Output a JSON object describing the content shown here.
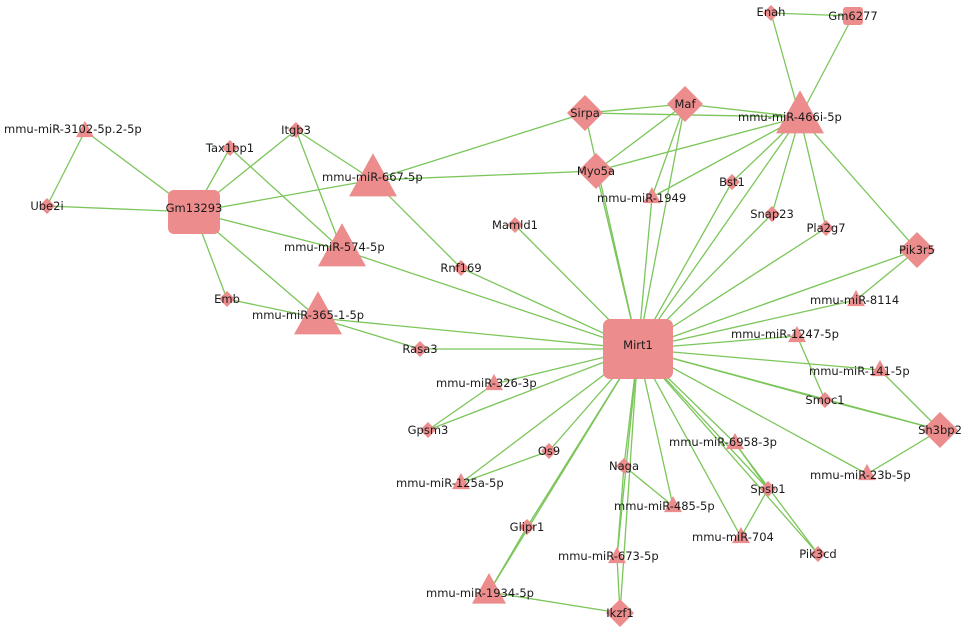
{
  "colors": {
    "node": "#ec8c8c",
    "edge": "#7bc65a",
    "label": "#1a1a1a",
    "background": "#ffffff"
  },
  "nodes": [
    {
      "id": "mirt1",
      "label": "Mirt1",
      "shape": "hub-square"
    },
    {
      "id": "gm13293",
      "label": "Gm13293",
      "shape": "square"
    },
    {
      "id": "mir466i",
      "label": "mmu-miR-466i-5p",
      "shape": "triangle-large"
    },
    {
      "id": "mir667",
      "label": "mmu-miR-667-5p",
      "shape": "triangle-large"
    },
    {
      "id": "mir574",
      "label": "mmu-miR-574-5p",
      "shape": "triangle-large"
    },
    {
      "id": "mir365",
      "label": "mmu-miR-365-1-5p",
      "shape": "triangle-large"
    },
    {
      "id": "mir1934",
      "label": "mmu-miR-1934-5p",
      "shape": "triangle-medium"
    },
    {
      "id": "mir3102",
      "label": "mmu-miR-3102-5p.2-5p",
      "shape": "triangle-small"
    },
    {
      "id": "mir1949",
      "label": "mmu-miR-1949",
      "shape": "triangle-small"
    },
    {
      "id": "mir8114",
      "label": "mmu-miR-8114",
      "shape": "triangle-small"
    },
    {
      "id": "mir1247",
      "label": "mmu-miR-1247-5p",
      "shape": "triangle-small"
    },
    {
      "id": "mir141",
      "label": "mmu-miR-141-5p",
      "shape": "triangle-small"
    },
    {
      "id": "mir326",
      "label": "mmu-miR-326-3p",
      "shape": "triangle-small"
    },
    {
      "id": "mir6958",
      "label": "mmu-miR-6958-3p",
      "shape": "triangle-small"
    },
    {
      "id": "mir23b",
      "label": "mmu-miR-23b-5p",
      "shape": "triangle-small"
    },
    {
      "id": "mir125a",
      "label": "mmu-miR-125a-5p",
      "shape": "triangle-small"
    },
    {
      "id": "mir485",
      "label": "mmu-miR-485-5p",
      "shape": "triangle-small"
    },
    {
      "id": "mir704",
      "label": "mmu-miR-704",
      "shape": "triangle-small"
    },
    {
      "id": "mir673",
      "label": "mmu-miR-673-5p",
      "shape": "triangle-small"
    },
    {
      "id": "enah",
      "label": "Enah",
      "shape": "diamond-small"
    },
    {
      "id": "gm6277",
      "label": "Gm6277",
      "shape": "small-square"
    },
    {
      "id": "maf",
      "label": "Maf",
      "shape": "diamond-large"
    },
    {
      "id": "sirpa",
      "label": "Sirpa",
      "shape": "diamond-large"
    },
    {
      "id": "myo5a",
      "label": "Myo5a",
      "shape": "diamond-large"
    },
    {
      "id": "pik3r5",
      "label": "Pik3r5",
      "shape": "diamond-large"
    },
    {
      "id": "sh3bp2",
      "label": "Sh3bp2",
      "shape": "diamond-large"
    },
    {
      "id": "tax1bp1",
      "label": "Tax1bp1",
      "shape": "diamond-small"
    },
    {
      "id": "itgb3",
      "label": "Itgb3",
      "shape": "diamond-small"
    },
    {
      "id": "ube2i",
      "label": "Ube2i",
      "shape": "diamond-small"
    },
    {
      "id": "bst1",
      "label": "Bst1",
      "shape": "diamond-small"
    },
    {
      "id": "snap23",
      "label": "Snap23",
      "shape": "diamond-small"
    },
    {
      "id": "pla2g7",
      "label": "Pla2g7",
      "shape": "diamond-small"
    },
    {
      "id": "mamld1",
      "label": "Mamld1",
      "shape": "diamond-small"
    },
    {
      "id": "rnf169",
      "label": "Rnf169",
      "shape": "diamond-small"
    },
    {
      "id": "emb",
      "label": "Emb",
      "shape": "diamond-small"
    },
    {
      "id": "rasa3",
      "label": "Rasa3",
      "shape": "diamond-small"
    },
    {
      "id": "gpsm3",
      "label": "Gpsm3",
      "shape": "diamond-small"
    },
    {
      "id": "os9",
      "label": "Os9",
      "shape": "diamond-small"
    },
    {
      "id": "naga",
      "label": "Naga",
      "shape": "diamond-small"
    },
    {
      "id": "spsb1",
      "label": "Spsb1",
      "shape": "diamond-small"
    },
    {
      "id": "smoc1",
      "label": "Smoc1",
      "shape": "diamond-small"
    },
    {
      "id": "pik3cd",
      "label": "Pik3cd",
      "shape": "diamond-small"
    },
    {
      "id": "glipr1",
      "label": "Glipr1",
      "shape": "diamond-small"
    },
    {
      "id": "ikzf1",
      "label": "Ikzf1",
      "shape": "diamond-medium"
    }
  ],
  "edges": [
    [
      "enah",
      "gm6277"
    ],
    [
      "enah",
      "mir466i"
    ],
    [
      "gm6277",
      "mir466i"
    ],
    [
      "mir466i",
      "maf"
    ],
    [
      "mir466i",
      "sirpa"
    ],
    [
      "mir466i",
      "myo5a"
    ],
    [
      "mir466i",
      "bst1"
    ],
    [
      "mir466i",
      "snap23"
    ],
    [
      "mir466i",
      "pla2g7"
    ],
    [
      "mir466i",
      "pik3r5"
    ],
    [
      "mir466i",
      "mirt1"
    ],
    [
      "mir466i",
      "mir1949"
    ],
    [
      "sirpa",
      "maf"
    ],
    [
      "sirpa",
      "mir667"
    ],
    [
      "sirpa",
      "mirt1"
    ],
    [
      "maf",
      "myo5a"
    ],
    [
      "maf",
      "mirt1"
    ],
    [
      "maf",
      "mir1949"
    ],
    [
      "myo5a",
      "mir667"
    ],
    [
      "myo5a",
      "mirt1"
    ],
    [
      "mir3102",
      "gm13293"
    ],
    [
      "mir3102",
      "ube2i"
    ],
    [
      "ube2i",
      "gm13293"
    ],
    [
      "gm13293",
      "tax1bp1"
    ],
    [
      "gm13293",
      "itgb3"
    ],
    [
      "gm13293",
      "mir667"
    ],
    [
      "gm13293",
      "mir574"
    ],
    [
      "gm13293",
      "emb"
    ],
    [
      "gm13293",
      "mir365"
    ],
    [
      "tax1bp1",
      "mir574"
    ],
    [
      "itgb3",
      "mir667"
    ],
    [
      "mir667",
      "rnf169"
    ],
    [
      "mir574",
      "mirt1"
    ],
    [
      "mir574",
      "itgb3"
    ],
    [
      "emb",
      "mir365"
    ],
    [
      "mir365",
      "rasa3"
    ],
    [
      "mir365",
      "mirt1"
    ],
    [
      "mamld1",
      "mirt1"
    ],
    [
      "rnf169",
      "mirt1"
    ],
    [
      "rasa3",
      "mirt1"
    ],
    [
      "mir1949",
      "mirt1"
    ],
    [
      "bst1",
      "mirt1"
    ],
    [
      "snap23",
      "mirt1"
    ],
    [
      "pla2g7",
      "mirt1"
    ],
    [
      "pik3r5",
      "mirt1"
    ],
    [
      "pik3r5",
      "mir8114"
    ],
    [
      "mir8114",
      "mirt1"
    ],
    [
      "mir1247",
      "mirt1"
    ],
    [
      "mir1247",
      "smoc1"
    ],
    [
      "mir141",
      "mirt1"
    ],
    [
      "smoc1",
      "mirt1"
    ],
    [
      "sh3bp2",
      "mirt1"
    ],
    [
      "sh3bp2",
      "mir141"
    ],
    [
      "sh3bp2",
      "mir23b"
    ],
    [
      "sh3bp2",
      "smoc1"
    ],
    [
      "mir23b",
      "mirt1"
    ],
    [
      "mir6958",
      "mirt1"
    ],
    [
      "spsb1",
      "mirt1"
    ],
    [
      "spsb1",
      "mir6958"
    ],
    [
      "spsb1",
      "mir704"
    ],
    [
      "pik3cd",
      "mirt1"
    ],
    [
      "pik3cd",
      "mir6958"
    ],
    [
      "mir704",
      "mirt1"
    ],
    [
      "mir326",
      "mirt1"
    ],
    [
      "mir326",
      "gpsm3"
    ],
    [
      "gpsm3",
      "mirt1"
    ],
    [
      "os9",
      "mirt1"
    ],
    [
      "os9",
      "mir125a"
    ],
    [
      "mir125a",
      "mirt1"
    ],
    [
      "naga",
      "mirt1"
    ],
    [
      "naga",
      "mir485"
    ],
    [
      "naga",
      "mir673"
    ],
    [
      "mir485",
      "mirt1"
    ],
    [
      "mir673",
      "mirt1"
    ],
    [
      "ikzf1",
      "mirt1"
    ],
    [
      "ikzf1",
      "mir1934"
    ],
    [
      "ikzf1",
      "mir673"
    ],
    [
      "glipr1",
      "mirt1"
    ],
    [
      "glipr1",
      "mir1934"
    ],
    [
      "mir1934",
      "mirt1"
    ]
  ]
}
